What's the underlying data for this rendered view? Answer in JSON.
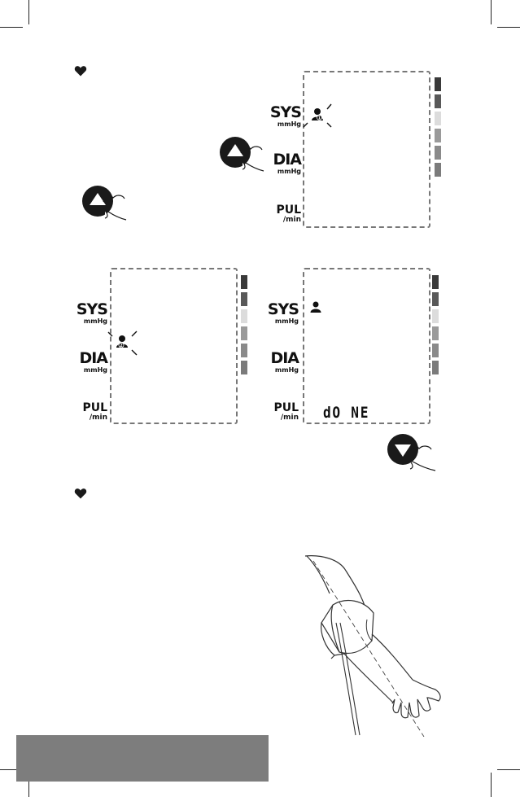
{
  "labels": {
    "sys": "SYS",
    "dia": "DIA",
    "pul": "PUL",
    "mmhg": "mmHg",
    "per_min": "/min"
  },
  "displays": [
    {
      "id": "display-1",
      "user_number": "1"
    },
    {
      "id": "display-2",
      "user_number": "2"
    },
    {
      "id": "display-3",
      "status_text": "dO NE"
    }
  ],
  "icons": {
    "heart": "heart-icon",
    "user": "user-profile-icon",
    "up_button": "up-arrow-button-icon",
    "down_button": "down-arrow-button-icon",
    "cuff": "arm-cuff-illustration"
  },
  "colors": {
    "bar_shades": [
      "#3a3a3a",
      "#595959",
      "#dcdcdc",
      "#9a9a9a",
      "#8a8a8a",
      "#7b7b7b"
    ],
    "footer_bar": "#7d7d7d",
    "lcd_border": "#777777"
  }
}
